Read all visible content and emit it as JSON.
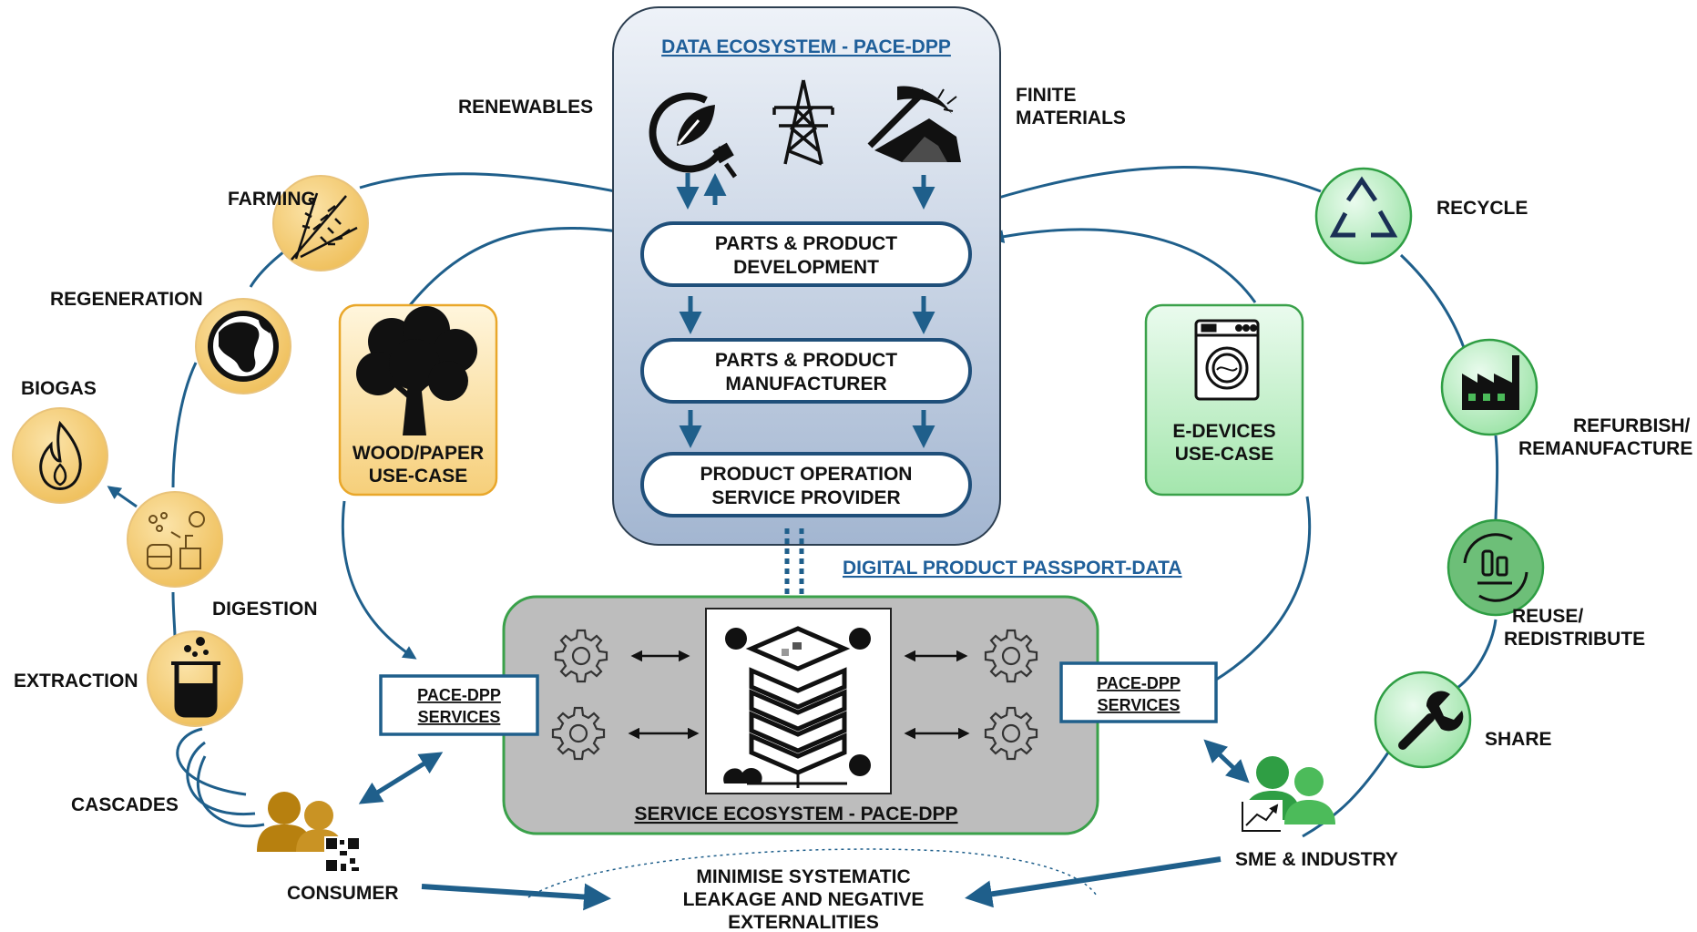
{
  "data_ecosystem": {
    "title": "DATA ECOSYSTEM - PACE-DPP",
    "icons": [
      "renewable-energy-icon",
      "power-pylon-icon",
      "mining-pickaxe-icon"
    ],
    "steps": [
      {
        "line1": "PARTS & PRODUCT",
        "line2": "DEVELOPMENT"
      },
      {
        "line1": "PARTS & PRODUCT",
        "line2": "MANUFACTURER"
      },
      {
        "line1": "PRODUCT OPERATION",
        "line2": "SERVICE PROVIDER"
      }
    ]
  },
  "inputs": {
    "renewables": "RENEWABLES",
    "finite_line1": "FINITE",
    "finite_line2": "MATERIALS"
  },
  "biological_cycle": {
    "farming": "FARMING",
    "regeneration": "REGENERATION",
    "biogas": "BIOGAS",
    "digestion": "DIGESTION",
    "extraction": "EXTRACTION",
    "cascades": "CASCADES",
    "consumer": "CONSUMER",
    "icons": [
      "wheat-icon",
      "globe-icon",
      "flame-icon",
      "biogas-plant-icon",
      "beaker-icon",
      "consumer-qr-icon"
    ]
  },
  "technical_cycle": {
    "recycle": "RECYCLE",
    "refurbish_line1": "REFURBISH/",
    "refurbish_line2": "REMANUFACTURE",
    "reuse_line1": "REUSE/",
    "reuse_line2": "REDISTRIBUTE",
    "share": "SHARE",
    "sme": "SME & INDUSTRY",
    "icons": [
      "recycle-icon",
      "factory-icon",
      "reuse-icon",
      "wrench-icon",
      "sme-growth-icon"
    ]
  },
  "use_cases": {
    "wood_line1": "WOOD/PAPER",
    "wood_line2": "USE-CASE",
    "edevices_line1": "E-DEVICES",
    "edevices_line2": "USE-CASE",
    "wood_icon": "tree-icon",
    "edevices_icon": "washing-machine-icon"
  },
  "dpp_data": "DIGITAL PRODUCT PASSPORT-DATA",
  "service_ecosystem": {
    "title": "SERVICE ECOSYSTEM - PACE-DPP",
    "services_line1": "PACE-DPP",
    "services_line2": "SERVICES",
    "icons": [
      "gear-icon",
      "server-stack-icon"
    ]
  },
  "bottom": {
    "line1": "MINIMISE SYSTEMATIC",
    "line2": "LEAKAGE AND NEGATIVE",
    "line3": "EXTERNALITIES"
  },
  "colors": {
    "arrow": "#1f5f8b",
    "bio": "#f2c76e",
    "bio_dark": "#b07e10",
    "tech_green": "#4cbb5a",
    "tech_green_light": "#b9ecc0",
    "data_panel_top": "#eef2f8",
    "data_panel_bottom": "#a3b6d1",
    "service_panel": "#bdbdbd"
  }
}
